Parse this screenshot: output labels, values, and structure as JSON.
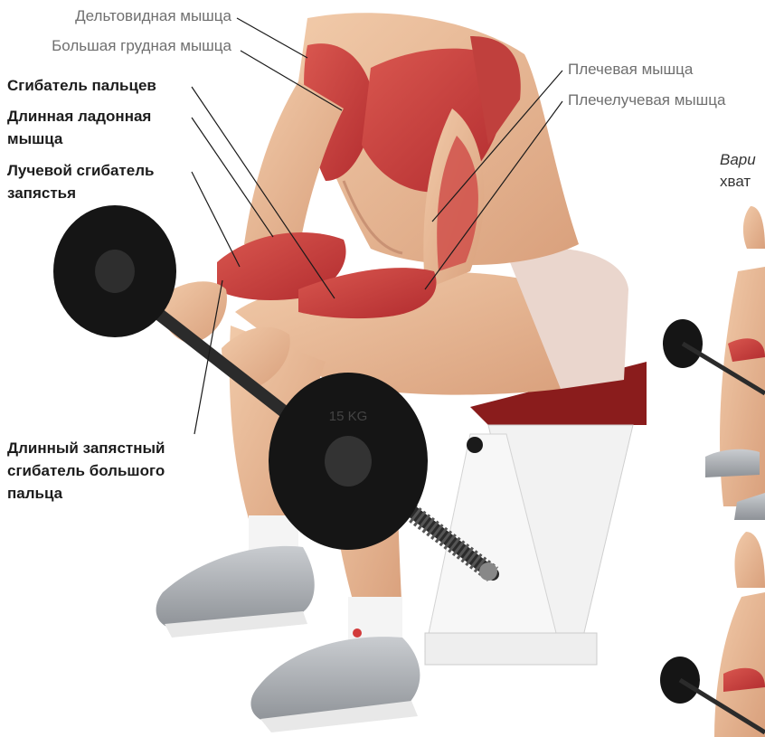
{
  "labels": {
    "deltoid": "Дельтовидная мышца",
    "pectoralis_major": "Большая грудная мышца",
    "flexor_digitorum_line1": "Сгибатель пальцев",
    "palmaris_longus_line1": "Длинная ладонная",
    "palmaris_longus_line2": "мышца",
    "flexor_carpi_radialis_line1": "Лучевой сгибатель",
    "flexor_carpi_radialis_line2": "запястья",
    "flexor_pollicis_longus_line1": "Длинный запястный",
    "flexor_pollicis_longus_line2": "сгибатель большого",
    "flexor_pollicis_longus_line3": "пальца",
    "brachialis": "Плечевая мышца",
    "brachioradialis": "Плечелучевая мышца"
  },
  "side_panel": {
    "title_line1": "Вари",
    "title_line2": "хват"
  },
  "plate_text": "15 KG",
  "colors": {
    "muscle": "#c8393a",
    "skin": "#e7b896",
    "shorts": "#ead6cd",
    "label_gray": "#6f6f6f",
    "label_bold": "#1c1c1c",
    "plate": "#151515"
  }
}
